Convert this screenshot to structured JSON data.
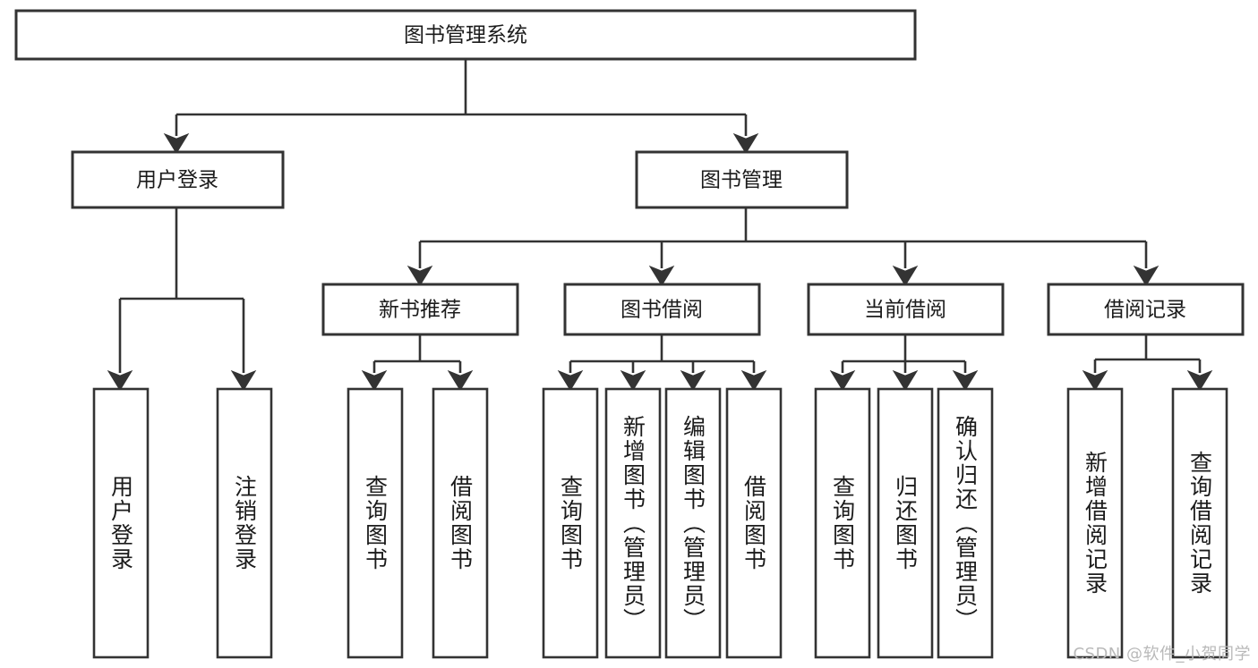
{
  "diagram": {
    "type": "hierarchy-tree",
    "title": "图书管理系统",
    "watermark": "CSDN @软件_小贺同学",
    "colors": {
      "stroke": "#333333",
      "fill": "#ffffff",
      "text": "#1b1b1b",
      "watermark": "#b9b9b9"
    },
    "levels": {
      "root": {
        "label": "图书管理系统"
      },
      "level2": [
        {
          "label": "用户登录"
        },
        {
          "label": "图书管理"
        }
      ],
      "level3": [
        {
          "label": "新书推荐"
        },
        {
          "label": "图书借阅"
        },
        {
          "label": "当前借阅"
        },
        {
          "label": "借阅记录"
        }
      ],
      "leaves": [
        {
          "label": "用户登录",
          "parent": "用户登录"
        },
        {
          "label": "注销登录",
          "parent": "用户登录"
        },
        {
          "label": "查询图书",
          "parent": "新书推荐"
        },
        {
          "label": "借阅图书",
          "parent": "新书推荐"
        },
        {
          "label": "查询图书",
          "parent": "图书借阅"
        },
        {
          "label": "新增图书（管理员）",
          "parent": "图书借阅"
        },
        {
          "label": "编辑图书（管理员）",
          "parent": "图书借阅"
        },
        {
          "label": "借阅图书",
          "parent": "图书借阅"
        },
        {
          "label": "查询图书",
          "parent": "当前借阅"
        },
        {
          "label": "归还图书",
          "parent": "当前借阅"
        },
        {
          "label": "确认归还（管理员）",
          "parent": "当前借阅"
        },
        {
          "label": "新增借阅记录",
          "parent": "借阅记录"
        },
        {
          "label": "查询借阅记录",
          "parent": "借阅记录"
        }
      ]
    }
  }
}
